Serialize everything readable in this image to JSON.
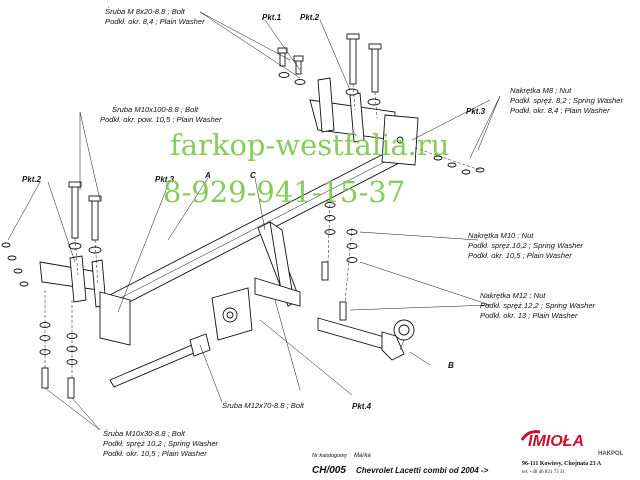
{
  "labels": {
    "bolt_top": [
      "Śruba M 8x20-8.8 ;  Bolt",
      "Podkł. okr. 8,4 ; Plain Washer"
    ],
    "bolt_mid": [
      "Śruba M10x100-8.8 ;  Bolt",
      "Podkł. okr. pow. 10,5 ; Plain Washer"
    ],
    "nut_m8": [
      "Nakrętka  M8 ; Nut",
      "Podkł. spręż. 8,2 ; Spring Washer",
      "Podkł. okr. 8,4 ; Plain Washer"
    ],
    "nut_m10": [
      "Nakrętka  M10 ; Nut",
      "Podkł. spręż.10,2 ; Spring Washer",
      "Podkł. okr. 10,5 ; Plain Washer"
    ],
    "nut_m12": [
      "Nakrętka  M12 ; Nut",
      "Podkł. spręż.12,2 ; Spring Washer",
      "Podkł. okr. 13 ; Plain Washer"
    ],
    "bolt_m12": "Śruba M12x70-8.8 ;  Bolt",
    "bolt_bottom": [
      "Śruba M10x30-8.8 ;  Bolt",
      "Podkł. spręż 10,2 ; Spring Washer",
      "Podkł. okr. 10,5 ; Plain Washer"
    ]
  },
  "points": {
    "pkt1": "Pkt.1",
    "pkt2_top": "Pkt.2",
    "pkt2_left": "Pkt.2",
    "pkt3_right": "Pkt.3",
    "pkt3_left": "Pkt.3",
    "pkt4": "Pkt.4"
  },
  "letters": {
    "a": "A",
    "b": "B",
    "c": "C"
  },
  "watermark": {
    "site": "farkop-westfalia.ru",
    "phone": "8-929-941-15-37"
  },
  "footer": {
    "catalog_caption": "Nr katalogowy",
    "catalog_no": "CH/005",
    "brand_caption": "Marka",
    "vehicle": "Chevrolet Lacetti  combi  od 2004 ->",
    "logo": "IMIOŁA",
    "logo_sub": "HAKPOL",
    "address": "96-111 Kowiesy, Chojnata 23 A",
    "phone": "tel. +48 46 831 73 31"
  },
  "colors": {
    "watermark": "#7cc84e",
    "logo_red": "#c8102e"
  }
}
